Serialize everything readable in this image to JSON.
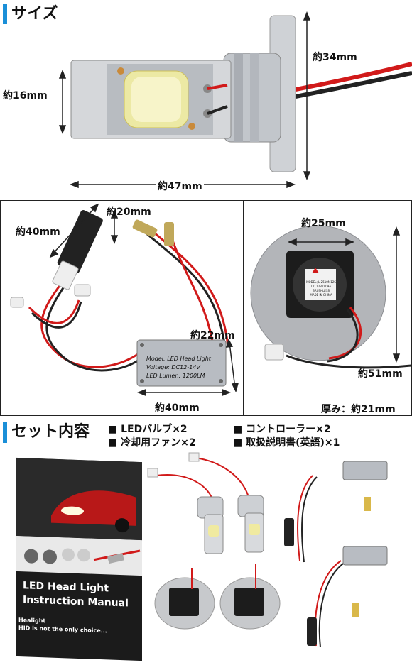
{
  "size_section": {
    "title": "サイズ",
    "dim_height": "約34mm",
    "dim_width_small": "約16mm",
    "dim_length": "約47mm"
  },
  "controller_panel": {
    "dim_length": "約40mm",
    "dim_width": "約20mm",
    "dim_box_height": "約22mm",
    "dim_box_width": "約40mm",
    "box_model": "Model: LED Head Light",
    "box_voltage": "Voltage: DC12-14V",
    "box_lumen": "LED Lumen: 1200LM"
  },
  "fan_panel": {
    "dim_fan": "約25mm",
    "dim_plate": "約51mm",
    "thickness": "厚み：約21mm",
    "fan_label_model": "MODEL:JL-2510M12S",
    "fan_label_dc": "DC 12V 0.09A",
    "fan_label_type": "BRUSHLESS",
    "fan_label_made": "MADE IN CHINA"
  },
  "set_section": {
    "title": "セット内容",
    "items": [
      "■ LEDバルブ×2",
      "■ コントローラー×2",
      "■ 冷却用ファン×2",
      "■ 取扱説明書(英語)×1"
    ]
  },
  "manual": {
    "title_line1": "LED Head Light",
    "title_line2": "Instruction Manual",
    "tagline1": "Healight",
    "tagline2": "HID is not the only choice..."
  },
  "colors": {
    "accent": "#1a8fd8",
    "wire_red": "#d11a1a",
    "silver": "#c9ccd1"
  }
}
